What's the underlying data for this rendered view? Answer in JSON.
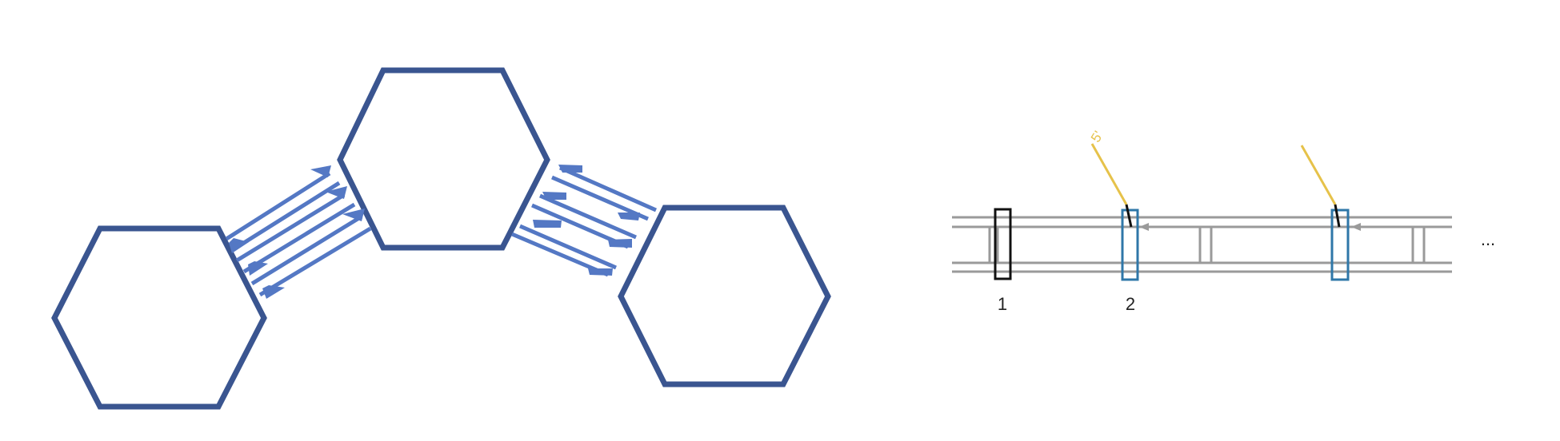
{
  "colors": {
    "hex_stroke": "#3a5590",
    "arrow_fill": "#5478c4",
    "strand": "#9a9a9a",
    "box_black": "#111111",
    "box_blue": "#2f77a8",
    "yellow": "#e6c24a",
    "label": "#222222",
    "arrowhead": "#9a9a9a"
  },
  "left_diagram": {
    "hexagons": [
      "hexagon-left",
      "hexagon-top",
      "hexagon-right"
    ],
    "arrow_groups": [
      {
        "name": "arrows-left-to-top",
        "count": 6
      },
      {
        "name": "arrows-top-to-right",
        "count": 6
      }
    ]
  },
  "right_diagram": {
    "labels": {
      "site1": "1",
      "site2": "2",
      "yellow": "5'",
      "ellipsis": "..."
    }
  }
}
